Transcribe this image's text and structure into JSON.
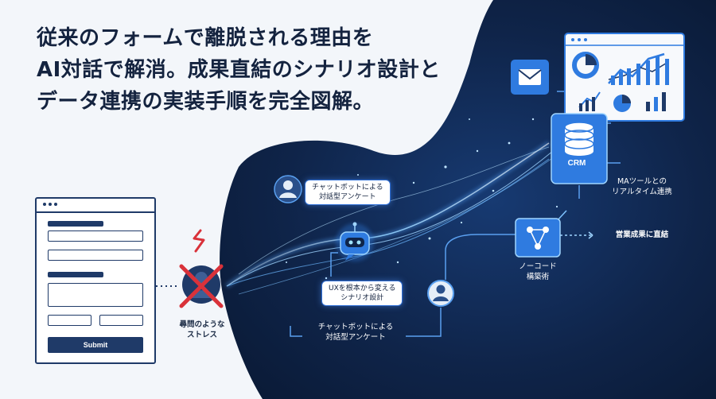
{
  "title_lines": [
    "従来のフォームで離脱される理由を",
    "AI対話で解消。成果直結のシナリオ設計と",
    "データ連携の実装手順を完全図解。"
  ],
  "form": {
    "submit_label": "Submit"
  },
  "stress_label": [
    "尋問のような",
    "ストレス"
  ],
  "bubble_top": [
    "チャットボットによる",
    "対話型アンケート"
  ],
  "bubble_mid": [
    "UXを根本から変える",
    "シナリオ設計"
  ],
  "label_bottom": [
    "チャットボットによる",
    "対話型アンケート"
  ],
  "crm_label": "CRM",
  "ma_label": [
    "MAツールとの",
    "リアルタイム連携"
  ],
  "nocode_label": [
    "ノーコード",
    "構築術"
  ],
  "result_label": "営業成果に直結",
  "colors": {
    "navy": "#0f1f3d",
    "accent_blue": "#2f7be0",
    "glow": "#7fc4ff",
    "danger": "#d9323a"
  },
  "icons": [
    "form-icon",
    "cross-icon",
    "lightning-icon",
    "user-icon",
    "robot-icon",
    "mail-icon",
    "database-icon",
    "chart-icon",
    "network-icon"
  ]
}
